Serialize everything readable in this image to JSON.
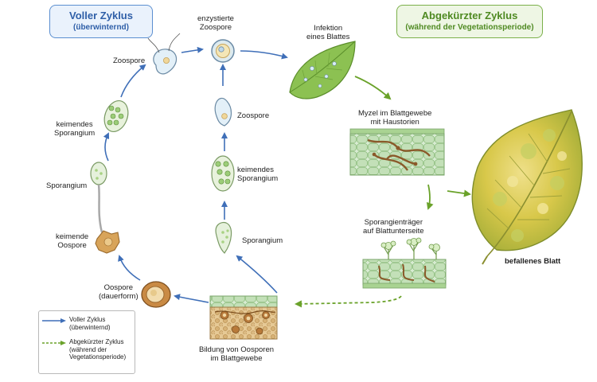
{
  "boxes": {
    "full_cycle": {
      "title": "Voller Zyklus",
      "subtitle": "(überwinternd)"
    },
    "short_cycle": {
      "title": "Abgekürzter Zyklus",
      "subtitle": "(während der Vegetationsperiode)"
    }
  },
  "labels": {
    "encysted_zoospore": [
      "enzystierte",
      "Zoospore"
    ],
    "infection": [
      "Infektion",
      "eines Blattes"
    ],
    "zoospore_left": [
      "Zoospore"
    ],
    "zoospore_mid": [
      "Zoospore"
    ],
    "germ_sporangium_left": [
      "keimendes",
      "Sporangium"
    ],
    "germ_sporangium_mid": [
      "keimendes",
      "Sporangium"
    ],
    "sporangium_left": [
      "Sporangium"
    ],
    "sporangium_mid": [
      "Sporangium"
    ],
    "germ_oospore": [
      "keimende",
      "Oospore"
    ],
    "oospore": [
      "Oospore",
      "(dauerform)"
    ],
    "mycel": [
      "Myzel im Blattgewebe",
      "mit Haustorien"
    ],
    "sporangiophore": [
      "Sporangienträger",
      "auf Blattunterseite"
    ],
    "oospore_formation": [
      "Bildung von Oosporen",
      "im Blattgewebe"
    ],
    "fallen_leaf": [
      "befallenes Blatt"
    ]
  },
  "legend": {
    "full": [
      "Voller Zyklus",
      "(überwinternd)"
    ],
    "short": [
      "Abgekürzter Zyklus",
      "(während der",
      "Vegetationsperiode)"
    ]
  },
  "colors": {
    "full_cycle_arrow": "#3f6fb8",
    "short_cycle_arrow": "#6aa22a",
    "leaf_green": "#7cb342",
    "fallen_leaf_yellow": "#d8c84a",
    "oospore_brown": "#b87a3a"
  }
}
